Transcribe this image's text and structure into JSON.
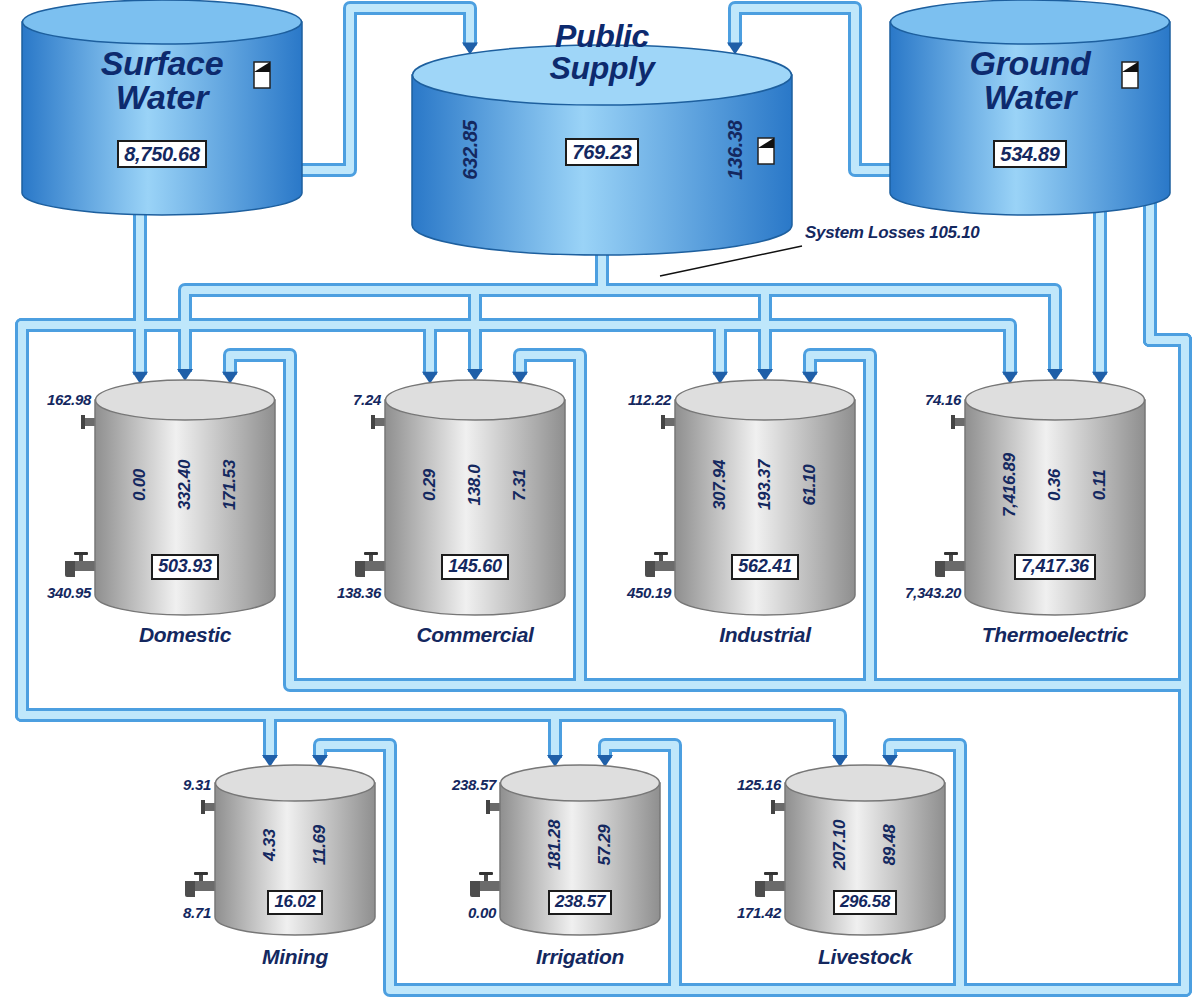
{
  "diagram": {
    "nodes": [
      {
        "text": [
          "Surface Water",
          "8,750.68"
        ]
      },
      {
        "text": [
          "Public Supply",
          "769.23"
        ]
      },
      {
        "text": [
          "Ground Water",
          "534.89"
        ]
      },
      {
        "text": [
          "Domestic",
          "503.93"
        ]
      },
      {
        "text": [
          "Commercial",
          "145.60"
        ]
      },
      {
        "text": [
          "Industrial",
          "562.41"
        ]
      },
      {
        "text": [
          "Thermoelectric",
          "7,417.36"
        ]
      },
      {
        "text": [
          "Mining",
          "16.02"
        ]
      },
      {
        "text": [
          "Irrigation",
          "238.57"
        ]
      },
      {
        "text": [
          "Livestock",
          "296.58"
        ]
      }
    ],
    "edges": [
      {
        "from": 0,
        "to": 1,
        "label": "632.85",
        "arrow": "to"
      },
      {
        "from": 2,
        "to": 1,
        "label": "136.38",
        "arrow": "to"
      },
      {
        "from": 0,
        "to": 3,
        "label": "0.00",
        "arrow": "to"
      },
      {
        "from": 1,
        "to": 3,
        "label": "332.40",
        "arrow": "to"
      },
      {
        "from": 2,
        "to": 3,
        "label": "171.53",
        "arrow": "to"
      },
      {
        "from": 0,
        "to": 4,
        "label": "0.29",
        "arrow": "to"
      },
      {
        "from": 1,
        "to": 4,
        "label": "138.0",
        "arrow": "to"
      },
      {
        "from": 2,
        "to": 4,
        "label": "7.31",
        "arrow": "to"
      },
      {
        "from": 0,
        "to": 5,
        "label": "307.94",
        "arrow": "to"
      },
      {
        "from": 1,
        "to": 5,
        "label": "193.37",
        "arrow": "to"
      },
      {
        "from": 2,
        "to": 5,
        "label": "61.10",
        "arrow": "to"
      },
      {
        "from": 0,
        "to": 6,
        "label": "7,416.89",
        "arrow": "to"
      },
      {
        "from": 1,
        "to": 6,
        "label": "0.36",
        "arrow": "to"
      },
      {
        "from": 2,
        "to": 6,
        "label": "0.11",
        "arrow": "to"
      },
      {
        "from": 0,
        "to": 7,
        "label": "4.33",
        "arrow": "to"
      },
      {
        "from": 2,
        "to": 7,
        "label": "11.69",
        "arrow": "to"
      },
      {
        "from": 0,
        "to": 8,
        "label": "181.28",
        "arrow": "to"
      },
      {
        "from": 2,
        "to": 8,
        "label": "57.29",
        "arrow": "to"
      },
      {
        "from": 0,
        "to": 9,
        "label": "207.10",
        "arrow": "to"
      },
      {
        "from": 2,
        "to": 9,
        "label": "89.48",
        "arrow": "to"
      }
    ],
    "labels": [
      "162.98",
      "340.95",
      "7.24",
      "138.36",
      "112.22",
      "450.19",
      "74.16",
      "7,343.20",
      "9.31",
      "8.71",
      "238.57",
      "0.00",
      "125.16",
      "171.42",
      "System Losses 105.10"
    ]
  }
}
